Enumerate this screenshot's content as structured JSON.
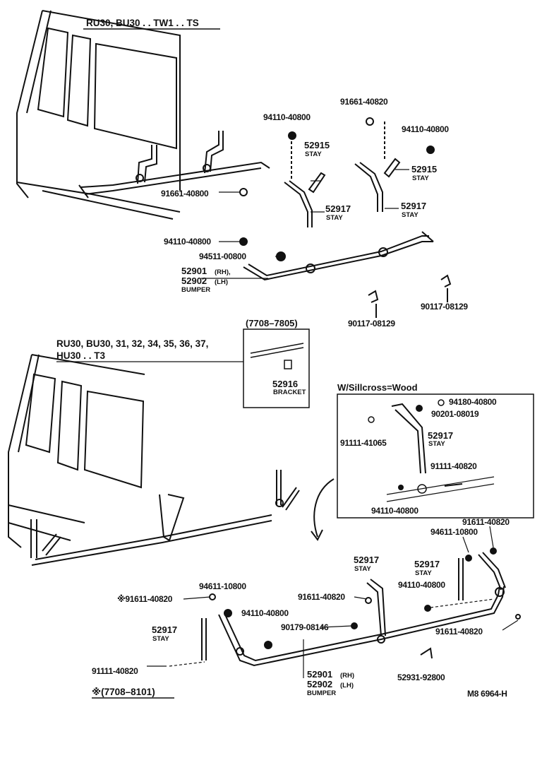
{
  "header_top": "RU30, BU30 . . TW1 . . TS",
  "header_bottom_line1": "RU30, BU30, 31, 32, 34, 35, 36, 37,",
  "header_bottom_line2": "HU30 . . T3",
  "inset_bracket": {
    "range": "(7708–7805)",
    "part": "52916",
    "name": "BRACKET"
  },
  "inset_wood": {
    "title": "W/Sillcross=Wood"
  },
  "footnote": "※(7708–8101)",
  "diagram_id": "M8 6964-H",
  "labels": {
    "t_91661_40820": "91661-40820",
    "t_94110_a": "94110-40800",
    "t_94110_b": "94110-40800",
    "t_52915_a": "52915",
    "t_stay_52915_a": "STAY",
    "t_52915_b": "52915",
    "t_stay_52915_b": "STAY",
    "t_91661_40800": "91661-40800",
    "t_52917_a": "52917",
    "t_stay_a": "STAY",
    "t_52917_b": "52917",
    "t_stay_b": "STAY",
    "t_94110_c": "94110-40800",
    "t_94511": "94511-00800",
    "t_52901_a": "52901",
    "t_rh_a": "(RH),",
    "t_52902_a": "52902",
    "t_lh_a": "(LH)",
    "t_bumper_a": "BUMPER",
    "t_90117_a": "90117-08129",
    "t_90117_b": "90117-08129",
    "w_94180": "94180-40800",
    "w_90201": "90201-08019",
    "w_91111_41065": "91111-41065",
    "w_52917": "52917",
    "w_stay": "STAY",
    "w_91111_40820": "91111-40820",
    "w_94110": "94110-40800",
    "b_91611_40820_r": "91611-40820",
    "b_94611_r": "94611-10800",
    "b_52917_m": "52917",
    "b_stay_m": "STAY",
    "b_52917_r": "52917",
    "b_stay_r": "STAY",
    "b_94110_r": "94110-40800",
    "b_91611_40820_m": "91611-40820",
    "b_94611_l": "94611-10800",
    "b_91611_star": "※91611-40820",
    "b_94110_m": "94110-40800",
    "b_90179": "90179-08146",
    "b_91611_40820_rr": "91611-40820",
    "b_52917_l": "52917",
    "b_stay_l": "STAY",
    "b_91111_40820": "91111-40820",
    "b_52901": "52901",
    "b_rh": "(RH)",
    "b_52902": "52902",
    "b_lh": "(LH)",
    "b_bumper": "BUMPER",
    "b_52931": "52931-92800"
  }
}
